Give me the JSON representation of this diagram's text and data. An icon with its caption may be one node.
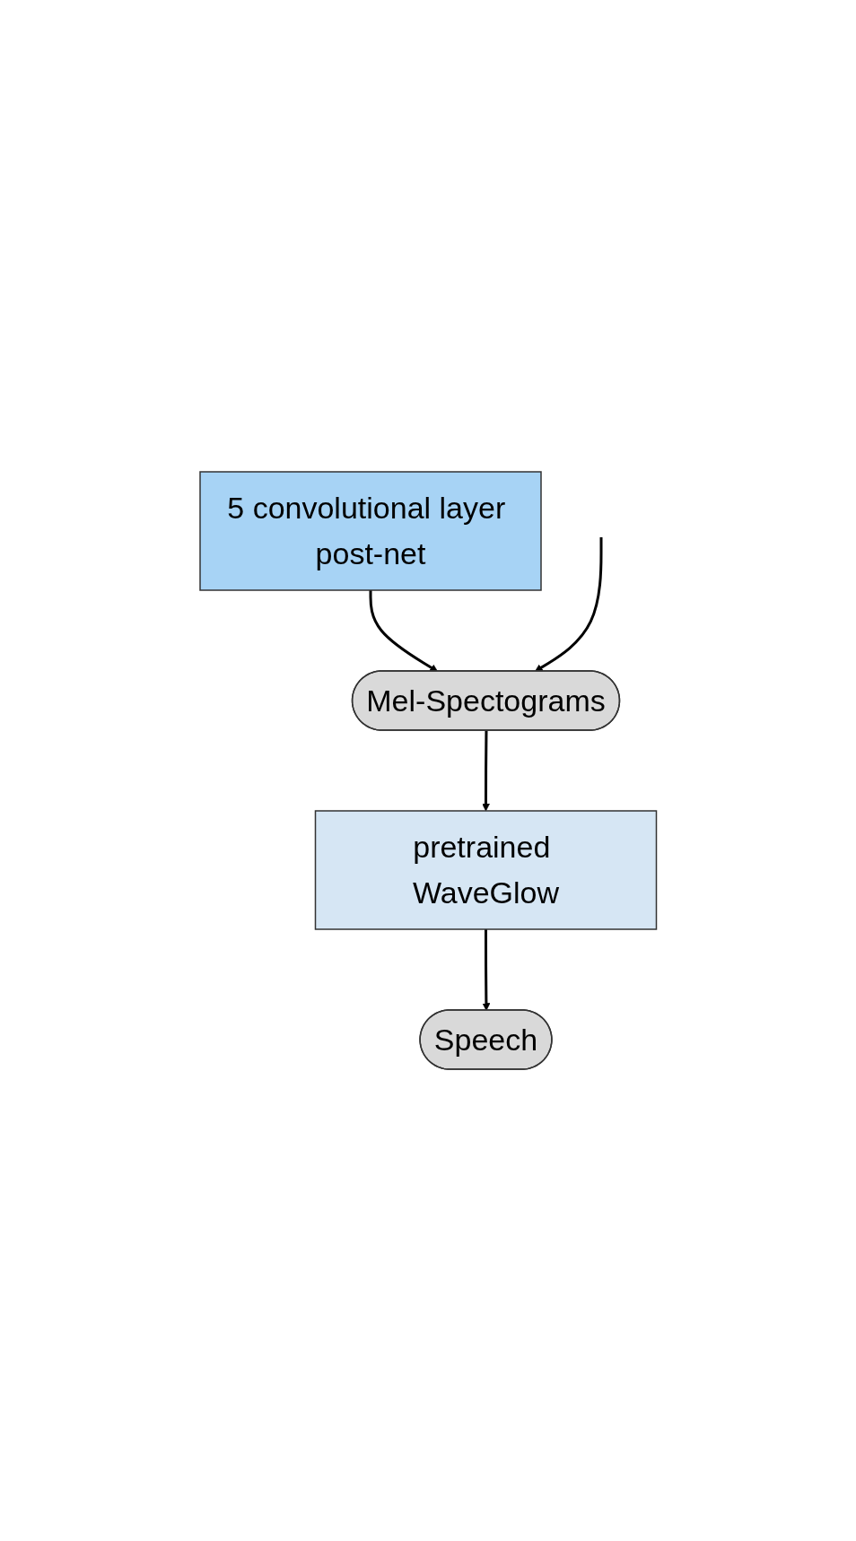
{
  "diagram": {
    "nodes": [
      {
        "text": [
          "5 convolutional layer post-net"
        ]
      },
      {
        "text": [
          "Mel-Spectograms"
        ]
      },
      {
        "text": [
          "pretrained WaveGlow"
        ]
      },
      {
        "text": [
          "Speech"
        ]
      }
    ],
    "edges": [
      {
        "from": 0,
        "to": 1,
        "arrow": "to"
      },
      {
        "from": null,
        "to": 1,
        "arrow": "to"
      },
      {
        "from": 1,
        "to": 2,
        "arrow": "to"
      },
      {
        "from": 2,
        "to": 3,
        "arrow": "to"
      }
    ]
  }
}
